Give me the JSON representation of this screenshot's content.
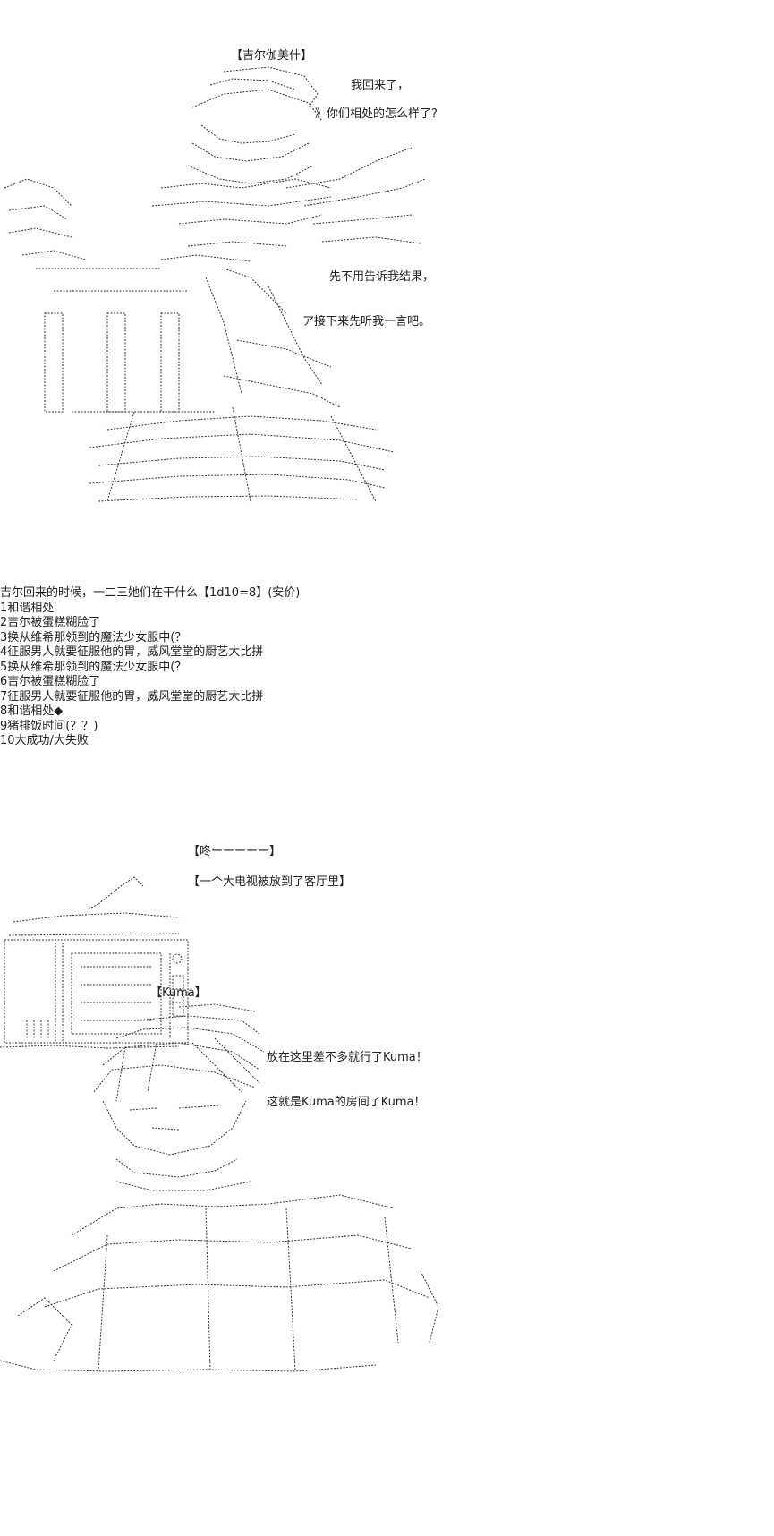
{
  "panel1": {
    "speaker": "【吉尔伽美什】",
    "line1": "我回来了，",
    "line2": "》你们相处的怎么样了？",
    "line3": "先不用告诉我结果，",
    "line4": "ア接下来先听我一言吧。"
  },
  "poll": {
    "question": "吉尔回来的时候，一二三她们在干什么【1d10=8】(安价)",
    "options": [
      "1和谐相处",
      "2吉尔被蛋糕糊脸了",
      "3换从维希那领到的魔法少女服中(？",
      "4征服男人就要征服他的胃，威风堂堂的厨艺大比拼",
      "5换从维希那领到的魔法少女服中(？",
      "6吉尔被蛋糕糊脸了",
      "7征服男人就要征服他的胃，威风堂堂的厨艺大比拼",
      "8和谐相处◆",
      "9猪排饭时间(？？)",
      "10大成功/大失败"
    ]
  },
  "panel2": {
    "sfx": "【咚ーーーーー】",
    "narration": "【一个大电视被放到了客厅里】"
  },
  "panel3": {
    "speaker": "【Kuma】",
    "line1": "放在这里差不多就行了Kuma！",
    "line2": "这就是Kuma的房间了Kuma！"
  }
}
